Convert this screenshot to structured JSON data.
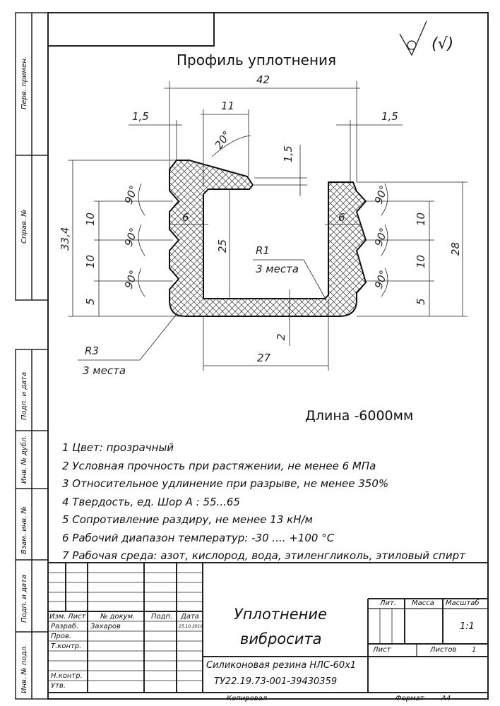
{
  "drawing": {
    "title": "Профиль уплотнения",
    "roughness_mark": "(√)",
    "length_note": "Длина -6000мм",
    "dimensions": {
      "d42": "42",
      "d11": "11",
      "d15a": "1,5",
      "d15b": "1,5",
      "d15c": "1,5",
      "d20": "20°",
      "d334": "33,4",
      "d10a": "10",
      "d10b": "10",
      "d5a": "5",
      "d25": "25",
      "d6a": "6",
      "d6b": "6",
      "d28": "28",
      "d10c": "10",
      "d10d": "10",
      "d5b": "5",
      "d2": "2",
      "d27": "27",
      "a90_1": "90°",
      "a90_2": "90°",
      "a90_3": "90°",
      "a90_4": "90°",
      "a90_5": "90°",
      "a90_6": "90°",
      "r1": "R1",
      "r1_note": "3 места",
      "r3": "R3",
      "r3_note": "3 места"
    }
  },
  "notes": [
    "1 Цвет: прозрачный",
    "2 Условная прочность при растяжении, не менее 6 МПа",
    "3 Относительное удлинение при разрыве, не менее 350%",
    "4  Твердость, ед. Шор А : 55...65",
    "5 Сопротивление раздиру, не менее 13 кН/м",
    "6 Рабочий диапазон температур: -30 .... +100  °С",
    "7 Рабочая среда: азот, кислород, вода, этиленгликоль, этиловый спирт"
  ],
  "side_labels": {
    "perv": "Перв. примен.",
    "sprav": "Справ. №",
    "podp1": "Подп. и дата",
    "inv_dubl": "Инв. № дубл.",
    "vzam": "Взам. инв. №",
    "podp2": "Подп. и дата",
    "inv_podl": "Инв. № подл."
  },
  "title_block": {
    "izm": "Изм.",
    "list": "Лист",
    "doc": "№ докум.",
    "podp": "Подп.",
    "data": "Дата",
    "razrab": "Разраб.",
    "razrab_name": "Захаров",
    "razrab_date": "25.10.2016",
    "prov": "Пров.",
    "tkontr": "Т.контр.",
    "nkontr": "Н.контр.",
    "utv": "Утв.",
    "name_line1": "Уплотнение",
    "name_line2": "вибросита",
    "material_line1": "Силиконовая резина НЛС-60х1",
    "material_line2": "ТУ22.19.73-001-39430359",
    "lit": "Лит.",
    "massa": "Масса",
    "masshtab": "Масштаб",
    "scale": "1:1",
    "list_label": "Лист",
    "listov": "Листов",
    "listov_val": "1",
    "kopiroval": "Копировал",
    "format": "Формат",
    "format_val": "А4"
  }
}
